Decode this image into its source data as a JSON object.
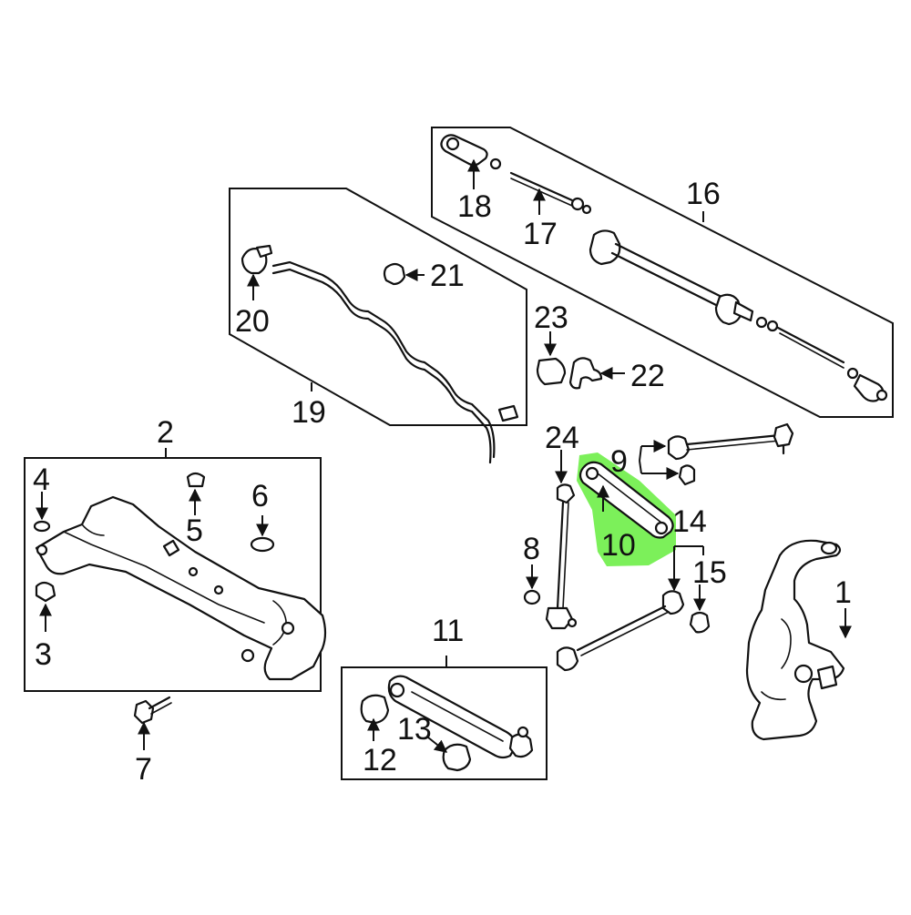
{
  "highlight_color": "#7CF05A",
  "line_color": "#111111",
  "callouts": {
    "c1": "1",
    "c2": "2",
    "c3": "3",
    "c4": "4",
    "c5": "5",
    "c6": "6",
    "c7": "7",
    "c8": "8",
    "c9": "9",
    "c10": "10",
    "c11": "11",
    "c12": "12",
    "c13": "13",
    "c14": "14",
    "c15": "15",
    "c16": "16",
    "c17": "17",
    "c18": "18",
    "c19": "19",
    "c20": "20",
    "c21": "21",
    "c22": "22",
    "c23": "23",
    "c24": "24"
  },
  "highlighted_part": "10"
}
